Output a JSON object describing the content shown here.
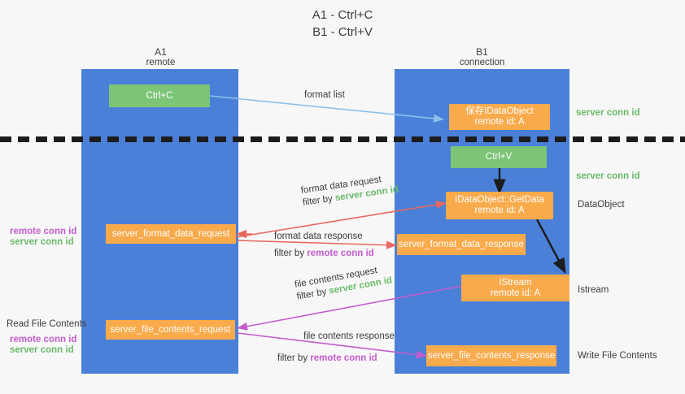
{
  "title": {
    "line1": "A1 - Ctrl+C",
    "line2": "B1 - Ctrl+V"
  },
  "columns": {
    "left": {
      "name": "A1",
      "role": "remote"
    },
    "right": {
      "name": "B1",
      "role": "connection"
    }
  },
  "nodes": {
    "ctrl_c": {
      "label": "Ctrl+C",
      "color": "#7cc576"
    },
    "save_idataobject": {
      "line1": "保存IDataObject",
      "line2": "remote id: A",
      "color": "#f9aa4b"
    },
    "ctrl_v": {
      "label": "Ctrl+V",
      "color": "#7cc576"
    },
    "getdata": {
      "line1": "IDataObject::GetData",
      "line2": "remote id: A",
      "color": "#f9aa4b"
    },
    "server_format_data_request": {
      "label": "server_format_data_request",
      "color": "#f9aa4b"
    },
    "server_format_data_response": {
      "label": "server_format_data_response",
      "color": "#f9aa4b"
    },
    "istream": {
      "line1": "IStream",
      "line2": "remote id: A",
      "color": "#f9aa4b"
    },
    "server_file_contents_request": {
      "label": "server_file_contents_request",
      "color": "#f9aa4b"
    },
    "server_file_contents_response": {
      "label": "server_file_contents_response",
      "color": "#f9aa4b"
    }
  },
  "edges": {
    "format_list": {
      "label": "format list",
      "color": "#8cc0ea"
    },
    "format_data_request": {
      "line1": "format data request",
      "filter_prefix": "filter by ",
      "filter_value": "server conn id",
      "color": "#e8685f"
    },
    "format_data_response": {
      "line1": "format data response",
      "filter_prefix": "filter by ",
      "filter_value": "remote conn id",
      "color": "#e8685f"
    },
    "file_contents_request": {
      "line1": "file contents request",
      "filter_prefix": "filter by ",
      "filter_value": "server conn id",
      "color": "#c45ccd"
    },
    "file_contents_response": {
      "line1": "file contents response",
      "filter_prefix": "filter by ",
      "filter_value": "remote conn id",
      "color": "#c45ccd"
    }
  },
  "annotations": {
    "right": {
      "server_conn_id_top": "server conn id",
      "server_conn_id_mid": "server conn id",
      "dataobject": "DataObject",
      "istream": "Istream",
      "write_file_contents": "Write File Contents"
    },
    "left": {
      "remote_conn_id_1": "remote conn id",
      "server_conn_id_1": "server conn id",
      "read_file_contents": "Read File Contents",
      "remote_conn_id_2": "remote conn id",
      "server_conn_id_2": "server conn id"
    }
  },
  "colors": {
    "lane": "#4a80d8",
    "orange": "#f9aa4b",
    "green_box": "#7cc576",
    "green_text": "#6aba6a",
    "purple_text": "#c45ccd",
    "red_arrow": "#e8685f",
    "blue_arrow": "#8cc0ea",
    "black_arrow": "#1c1c1c",
    "background": "#f7f7f7"
  }
}
